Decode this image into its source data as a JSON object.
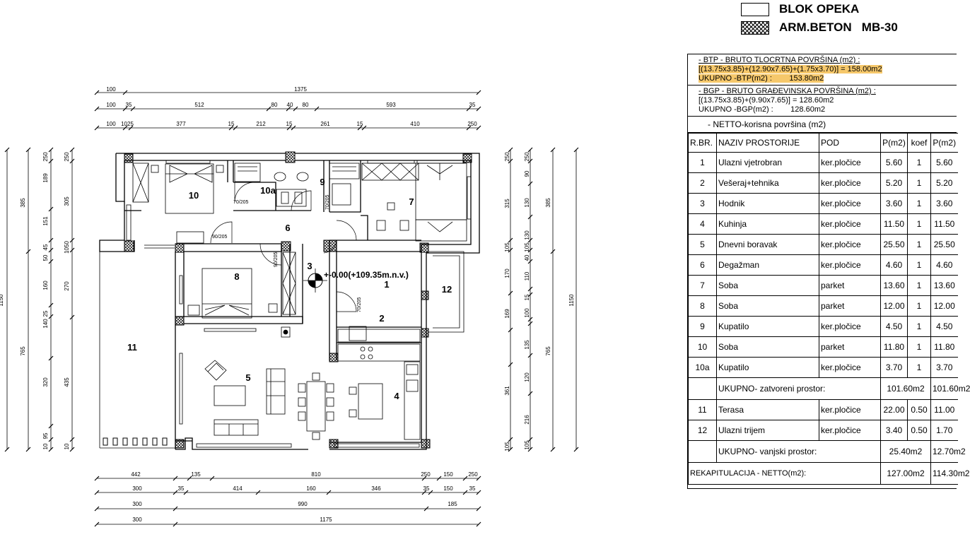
{
  "legend": [
    {
      "label": "BLOK OPEKA",
      "swatch": "plain"
    },
    {
      "label": "ARM.BETON   MB-30",
      "swatch": "hatch"
    }
  ],
  "btp": {
    "title": "- BTP - BRUTO TLOCRTNA POVRŠINA (m2) :",
    "formula": "[(13.75x3.85)+(12.90x7.65)+(1.75x3.70)] = 158.00m2",
    "total": "UKUPNO -BTP(m2) :        153.80m2",
    "highlight": "#f6c86b"
  },
  "bgp": {
    "title": "- BGP - BRUTO GRAĐEVINSKA POVRŠINA (m2) :",
    "formula": "[(13.75x3.85)+(9.90x7.65)] = 128.60m2",
    "total": "UKUPNO -BGP(m2) :        128.60m2"
  },
  "netto_title": "- NETTO-korisna površina (m2)",
  "table": {
    "headers": [
      "R.BR.",
      "NAZIV PROSTORIJE",
      "POD",
      "P(m2)",
      "koef",
      "P(m2)"
    ],
    "rows": [
      [
        "1",
        "Ulazni vjetrobran",
        "ker.pločice",
        "5.60",
        "1",
        "5.60"
      ],
      [
        "2",
        "Vešeraj+tehnika",
        "ker.pločice",
        "5.20",
        "1",
        "5.20"
      ],
      [
        "3",
        "Hodnik",
        "ker.pločice",
        "3.60",
        "1",
        "3.60"
      ],
      [
        "4",
        "Kuhinja",
        "ker.pločice",
        "11.50",
        "1",
        "11.50"
      ],
      [
        "5",
        "Dnevni boravak",
        "ker.pločice",
        "25.50",
        "1",
        "25.50"
      ],
      [
        "6",
        "Degažman",
        "ker.pločice",
        "4.60",
        "1",
        "4.60"
      ],
      [
        "7",
        "Soba",
        "parket",
        "13.60",
        "1",
        "13.60"
      ],
      [
        "8",
        "Soba",
        "parket",
        "12.00",
        "1",
        "12.00"
      ],
      [
        "9",
        "Kupatilo",
        "ker.pločice",
        "4.50",
        "1",
        "4.50"
      ],
      [
        "10",
        "Soba",
        "parket",
        "11.80",
        "1",
        "11.80"
      ],
      [
        "10a",
        "Kupatilo",
        "ker.pločice",
        "3.70",
        "1",
        "3.70"
      ]
    ],
    "closed_total": {
      "label": "UKUPNO- zatvoreni prostor:",
      "area": "101.60m2",
      "net": "101.60m2"
    },
    "outdoor_rows": [
      [
        "11",
        "Terasa",
        "ker.pločice",
        "22.00",
        "0.50",
        "11.00"
      ],
      [
        "12",
        "Ulazni trijem",
        "ker.pločice",
        "3.40",
        "0.50",
        "1.70"
      ]
    ],
    "outdoor_total": {
      "label": "UKUPNO- vanjski prostor:",
      "area": "25.40m2",
      "net": "12.70m2"
    },
    "recap": {
      "label": "REKAPITULACIJA - NETTO(m2):",
      "area": "127.00m2",
      "net": "114.30m2"
    }
  },
  "plan": {
    "room_labels": [
      "10",
      "10a",
      "9",
      "7",
      "6",
      "8",
      "3",
      "1",
      "12",
      "2",
      "11",
      "5",
      "4"
    ],
    "elevation": "+-0.00(+109.35m.n.v.)",
    "door_labels": [
      "70/205",
      "70/205",
      "90/205",
      "90/205",
      "70/205"
    ],
    "dims_top": [
      [
        "100",
        "1375"
      ],
      [
        "100",
        "35",
        "512",
        "80",
        "40",
        "80",
        "593",
        "35"
      ],
      [
        "100",
        "1025",
        "377",
        "15",
        "212",
        "15",
        "261",
        "15",
        "410",
        "250"
      ]
    ],
    "dims_bottom": [
      [
        "442",
        "135",
        "810",
        "250",
        "150",
        "250"
      ],
      [
        "300",
        "35",
        "414",
        "160",
        "346",
        "35",
        "150",
        "35"
      ],
      [
        "300",
        "990",
        "185"
      ],
      [
        "300",
        "1175"
      ]
    ],
    "dims_left_a": [
      "250",
      "189",
      "151",
      "45",
      "50",
      "160",
      "25",
      "140",
      "320",
      "95",
      "10"
    ],
    "dims_left_b": [
      "305",
      "1050",
      "270",
      "435"
    ],
    "dims_left_c": [
      "385",
      "765"
    ],
    "dims_left_d": "1150",
    "dims_right_a": [
      "250",
      "90",
      "130",
      "130",
      "105",
      "40",
      "110",
      "15",
      "100",
      "15",
      "120",
      "216",
      "105"
    ],
    "dims_right_b": [
      "315",
      "170",
      "169",
      "135",
      "361"
    ],
    "dims_right_c": [
      "385",
      "765"
    ],
    "dims_right_d": "1150"
  }
}
